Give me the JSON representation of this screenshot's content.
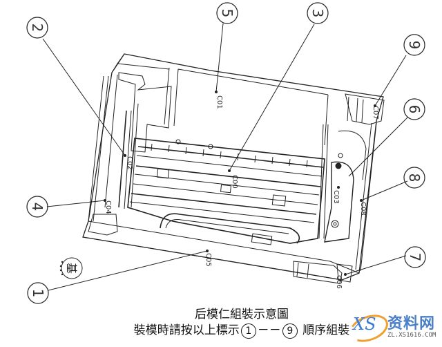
{
  "diagram": {
    "title": "后模仁組裝示意圖",
    "instruction_prefix": "裝模時請按以上標示",
    "instruction_from": "1",
    "instruction_dash": "－－",
    "instruction_to": "9",
    "instruction_suffix": "順序組裝",
    "base_symbol": "基",
    "callouts": [
      {
        "num": "1",
        "target": "C05"
      },
      {
        "num": "2",
        "target": "C02"
      },
      {
        "num": "3",
        "target": "C00"
      },
      {
        "num": "4",
        "target": "C04"
      },
      {
        "num": "5",
        "target": "C01"
      },
      {
        "num": "6",
        "target": "C03"
      },
      {
        "num": "7",
        "target": "C06"
      },
      {
        "num": "8",
        "target": "C08"
      },
      {
        "num": "9",
        "target": "C07"
      }
    ],
    "part_labels": {
      "c00": "C00",
      "c01": "C01",
      "c02": "C02",
      "c03": "C03",
      "c04": "C04",
      "c05": "C05",
      "c06": "C06",
      "c07": "C07",
      "c08": "C08"
    }
  },
  "watermark": {
    "logo_mark": "XS",
    "brand": "资料网",
    "url": "ZL.XS1616.COM"
  },
  "colors": {
    "line": "#222222",
    "background": "#ffffff",
    "brand_blue": "#4a7fc8",
    "brand_orange": "#f0a030"
  }
}
